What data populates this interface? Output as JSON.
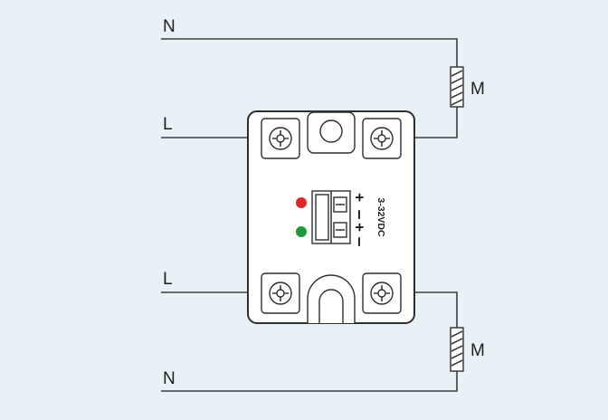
{
  "labels": {
    "top_n": "N",
    "top_l": "L",
    "bottom_l": "L",
    "bottom_n": "N",
    "top_m": "M",
    "bottom_m": "M",
    "control_voltage": "3-32VDC",
    "pin_plus": "+",
    "pin_minus": "–"
  },
  "colors": {
    "background": "#e8f1f6",
    "led_red": "#e0262b",
    "led_green": "#1e9a3c"
  },
  "icons": {
    "screw": "screw-terminal-icon",
    "load": "load-resistor-icon",
    "led": "status-led-icon",
    "connector": "control-connector-icon"
  }
}
